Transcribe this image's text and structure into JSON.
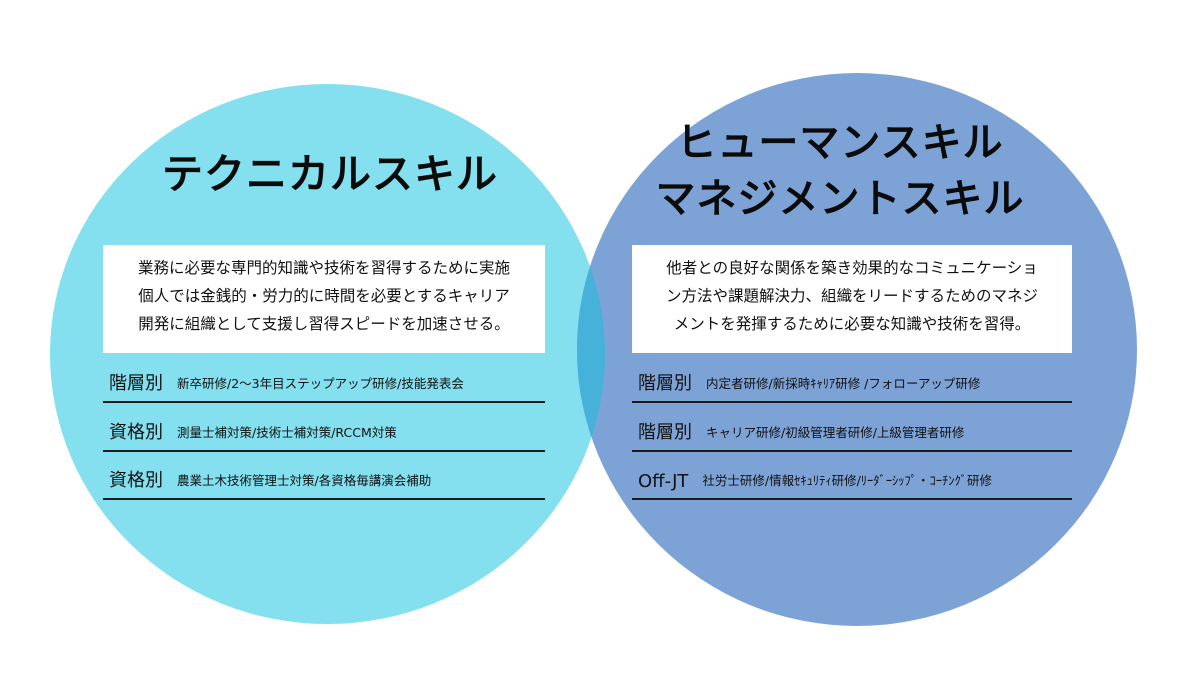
{
  "colors": {
    "left_circle": "#84dfee",
    "right_circle": "#7da3d6",
    "overlap": "#46b2da"
  },
  "left": {
    "title": "テクニカルスキル",
    "description": [
      "業務に必要な専門的知識や技術を習得するために実施",
      "個人では金銭的・労力的に時間を必要とするキャリア",
      "開発に組織として支援し習得スピードを加速させる。"
    ],
    "rows": [
      {
        "label": "階層別",
        "text": "新卒研修/2〜3年目ステップアップ研修/技能発表会"
      },
      {
        "label": "資格別",
        "text": "測量士補対策/技術士補対策/RCCM対策"
      },
      {
        "label": "資格別",
        "text": "農業土木技術管理士対策/各資格毎講演会補助"
      }
    ]
  },
  "right": {
    "title_lines": [
      "ヒューマンスキル",
      "マネジメントスキル"
    ],
    "description": [
      "他者との良好な関係を築き効果的なコミュニケーショ",
      "ン方法や課題解決力、組織をリードするためのマネジ",
      "メントを発揮するために必要な知識や技術を習得。"
    ],
    "rows": [
      {
        "label": "階層別",
        "text": "内定者研修/新採時ｷｬﾘｱ研修 /フォローアップ研修"
      },
      {
        "label": "階層別",
        "text": "キャリア研修/初級管理者研修/上級管理者研修"
      },
      {
        "label": "Off-JT",
        "text": "社労士研修/情報ｾｷｭﾘﾃｨ研修/ﾘｰﾀﾞｰｼｯﾌﾟ・ｺｰﾁﾝｸﾞ研修"
      }
    ]
  }
}
